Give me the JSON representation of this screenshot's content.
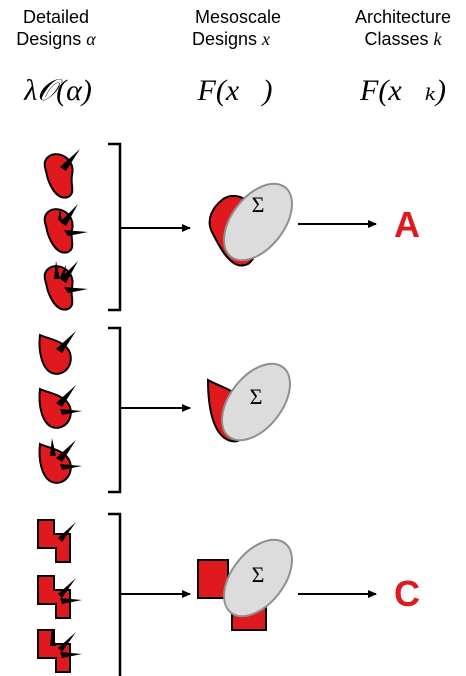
{
  "columns": [
    {
      "line1": "Detailed",
      "line2": "Designs",
      "symbol": "α",
      "formula": "λ𝒪(α)"
    },
    {
      "line1": "Mesoscale",
      "line2": "Designs",
      "symbol": "x⃗",
      "formula": "F(x⃗)"
    },
    {
      "line1": "Architecture",
      "line2": "Classes",
      "symbol": "k",
      "formula": "F(x⃗ₖ)"
    }
  ],
  "sum_symbol": "Σ",
  "classes": [
    "A",
    "",
    "C"
  ],
  "colors": {
    "shape_fill": "#e0191e",
    "ellipse_fill": "#dcdcdc",
    "ellipse_stroke": "#8f8f8f",
    "class_label": "#e0191e"
  }
}
